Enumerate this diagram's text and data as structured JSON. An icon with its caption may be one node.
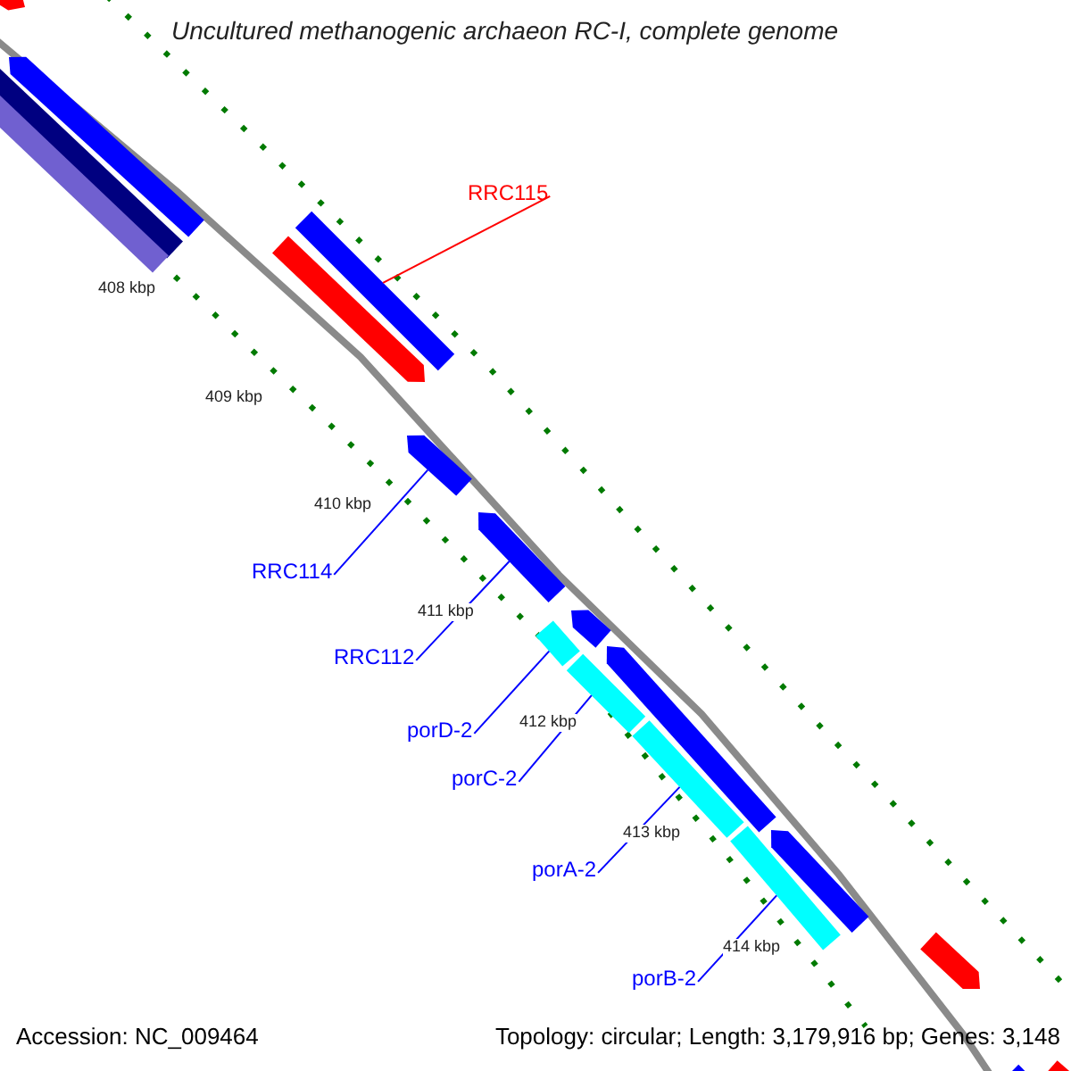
{
  "diagram": {
    "title": "Uncultured methanogenic archaeon RC-I, complete genome",
    "nodes": [
      {
        "text": [
          "RRC115"
        ]
      },
      {
        "text": [],
        "shape": "bar"
      },
      {
        "text": [
          "RRC114"
        ]
      },
      {
        "text": [],
        "shape": "bar"
      },
      {
        "text": [
          "RRC112"
        ]
      },
      {
        "text": [],
        "shape": "bar"
      },
      {
        "text": [
          "porD-2"
        ]
      },
      {
        "text": [],
        "shape": "bar"
      },
      {
        "text": [
          "porC-2"
        ]
      },
      {
        "text": [],
        "shape": "bar"
      },
      {
        "text": [
          "porA-2"
        ]
      },
      {
        "text": [],
        "shape": "bar"
      },
      {
        "text": [
          "porB-2"
        ]
      },
      {
        "text": [],
        "shape": "bar"
      },
      {
        "text": [],
        "shape": "bar"
      },
      {
        "text": [],
        "shape": "bar"
      },
      {
        "text": [],
        "shape": "bar"
      },
      {
        "text": [],
        "shape": "bar"
      },
      {
        "text": [],
        "shape": "bar"
      },
      {
        "text": [],
        "shape": "bar"
      },
      {
        "text": [],
        "shape": "bar"
      },
      {
        "text": [],
        "shape": "bar"
      },
      {
        "text": [],
        "shape": "bar"
      },
      {
        "text": [],
        "shape": "bar"
      },
      {
        "text": [],
        "shape": "bar"
      }
    ],
    "edges": [
      {
        "from": 0,
        "to": 1,
        "arrow": "none",
        "color": "#ff0000"
      },
      {
        "from": 2,
        "to": 3,
        "arrow": "none"
      },
      {
        "from": 4,
        "to": 5,
        "arrow": "none"
      },
      {
        "from": 6,
        "to": 7,
        "arrow": "none"
      },
      {
        "from": 8,
        "to": 9,
        "arrow": "none"
      },
      {
        "from": 10,
        "to": 11,
        "arrow": "none"
      },
      {
        "from": 12,
        "to": 13,
        "arrow": "none"
      }
    ],
    "labels": [
      "408 kbp",
      "409 kbp",
      "410 kbp",
      "411 kbp",
      "412 kbp",
      "413 kbp",
      "414 kbp",
      "Accession: NC_009464",
      "Topology: circular; Length: 3,179,916 bp; Genes: 3,148"
    ]
  }
}
